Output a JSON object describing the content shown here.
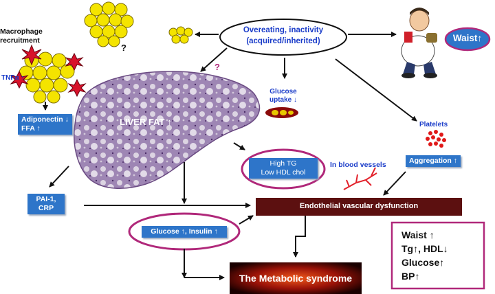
{
  "labels": {
    "macrophage": "Macrophage\nrecruitment",
    "tnf": "TNFα ↑",
    "question1": "?",
    "question2": "?",
    "overeating": "Overeating, inactivity\n(acquired/inherited)",
    "waist_badge": "Waist↑",
    "adiponectin": "Adiponectin ↓\nFFA ↑",
    "liver_fat": "LIVER FAT ↑",
    "glucose_uptake": "Glucose\nuptake ↓",
    "platelets": "Platelets",
    "high_tg": "High TG\nLow HDL chol",
    "in_blood_vessels": "In blood vessels",
    "aggregation": "Aggregation ↑",
    "pai": "PAI-1,\nCRP",
    "endothelial": "Endothelial vascular dysfunction",
    "glucose_insulin": "Glucose ↑, Insulin ↑",
    "metabolic": "The Metabolic syndrome",
    "summary": [
      "Waist ↑",
      "Tg↑, HDL↓",
      "Glucose↑",
      "BP↑"
    ]
  },
  "colors": {
    "blue_box": "#2e75c9",
    "magenta_outline": "#b0287a",
    "dark_red_box": "#5c1010",
    "text_blue": "#1a3cc9",
    "fat_yellow": "#f4e400",
    "liver_purple": "#a88ab8"
  }
}
